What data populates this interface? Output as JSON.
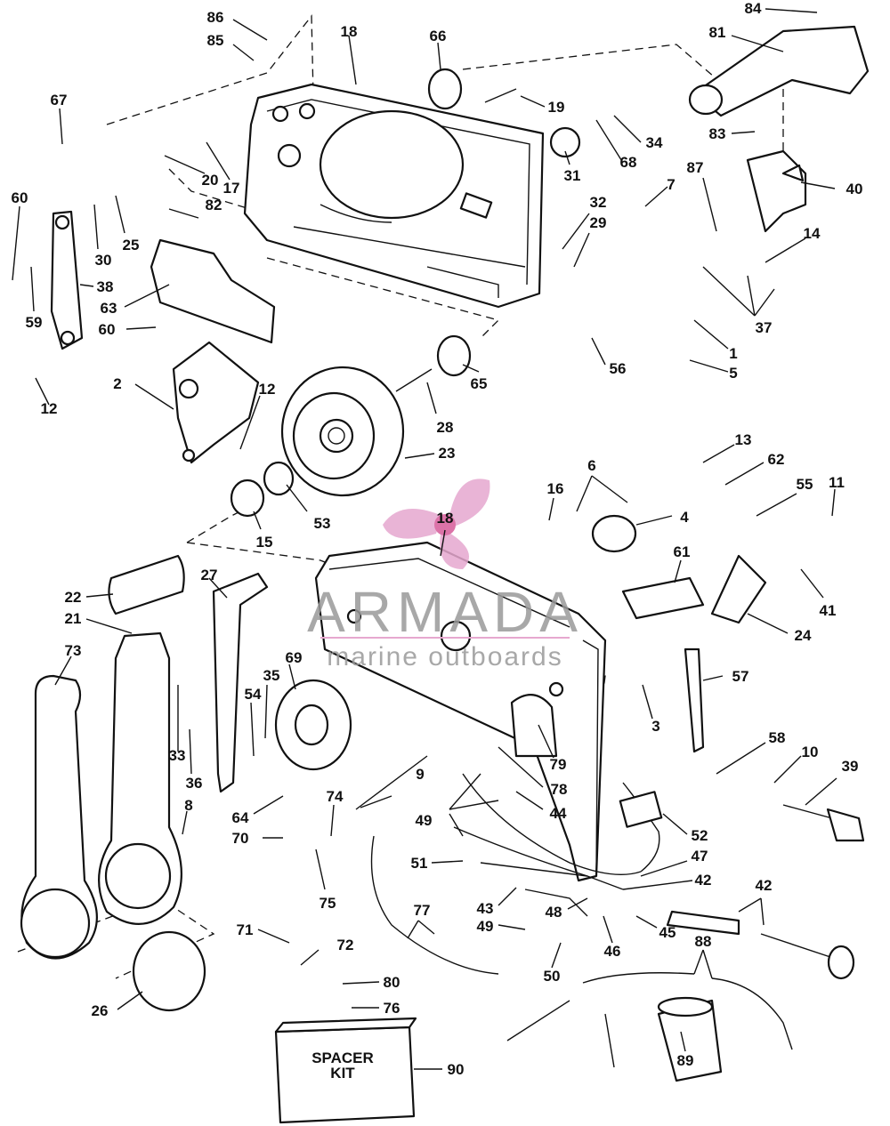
{
  "watermark": {
    "brand": "ARMADA",
    "tagline": "marine outboards",
    "logo_color": "#e6a8cf",
    "text_color": "#9a9a9a"
  },
  "spacer_kit": {
    "line1": "SPACER",
    "line2": "KIT"
  },
  "callouts": [
    {
      "id": "c86",
      "text": "86"
    },
    {
      "id": "c85",
      "text": "85"
    },
    {
      "id": "c18a",
      "text": "18"
    },
    {
      "id": "c66",
      "text": "66"
    },
    {
      "id": "c84",
      "text": "84"
    },
    {
      "id": "c81",
      "text": "81"
    },
    {
      "id": "c67",
      "text": "67"
    },
    {
      "id": "c19",
      "text": "19"
    },
    {
      "id": "c34",
      "text": "34"
    },
    {
      "id": "c68",
      "text": "68"
    },
    {
      "id": "c83",
      "text": "83"
    },
    {
      "id": "c31",
      "text": "31"
    },
    {
      "id": "c87",
      "text": "87"
    },
    {
      "id": "c40",
      "text": "40"
    },
    {
      "id": "c17",
      "text": "17"
    },
    {
      "id": "c20",
      "text": "20"
    },
    {
      "id": "c60a",
      "text": "60"
    },
    {
      "id": "c7",
      "text": "7"
    },
    {
      "id": "c82",
      "text": "82"
    },
    {
      "id": "c25",
      "text": "25"
    },
    {
      "id": "c30",
      "text": "30"
    },
    {
      "id": "c32",
      "text": "32"
    },
    {
      "id": "c29",
      "text": "29"
    },
    {
      "id": "c14",
      "text": "14"
    },
    {
      "id": "c38",
      "text": "38"
    },
    {
      "id": "c63",
      "text": "63"
    },
    {
      "id": "c59",
      "text": "59"
    },
    {
      "id": "c60b",
      "text": "60"
    },
    {
      "id": "c37",
      "text": "37"
    },
    {
      "id": "c1",
      "text": "1"
    },
    {
      "id": "c5",
      "text": "5"
    },
    {
      "id": "c56",
      "text": "56"
    },
    {
      "id": "c12a",
      "text": "12"
    },
    {
      "id": "c2",
      "text": "2"
    },
    {
      "id": "c12b",
      "text": "12"
    },
    {
      "id": "c65",
      "text": "65"
    },
    {
      "id": "c28",
      "text": "28"
    },
    {
      "id": "c23",
      "text": "23"
    },
    {
      "id": "c13",
      "text": "13"
    },
    {
      "id": "c62",
      "text": "62"
    },
    {
      "id": "c6",
      "text": "6"
    },
    {
      "id": "c16",
      "text": "16"
    },
    {
      "id": "c55",
      "text": "55"
    },
    {
      "id": "c11",
      "text": "11"
    },
    {
      "id": "c4",
      "text": "4"
    },
    {
      "id": "c53",
      "text": "53"
    },
    {
      "id": "c15",
      "text": "15"
    },
    {
      "id": "c18b",
      "text": "18"
    },
    {
      "id": "c61",
      "text": "61"
    },
    {
      "id": "c41",
      "text": "41"
    },
    {
      "id": "c24",
      "text": "24"
    },
    {
      "id": "c27",
      "text": "27"
    },
    {
      "id": "c22",
      "text": "22"
    },
    {
      "id": "c21",
      "text": "21"
    },
    {
      "id": "c73",
      "text": "73"
    },
    {
      "id": "c69",
      "text": "69"
    },
    {
      "id": "c35",
      "text": "35"
    },
    {
      "id": "c54",
      "text": "54"
    },
    {
      "id": "c57",
      "text": "57"
    },
    {
      "id": "c3",
      "text": "3"
    },
    {
      "id": "c33",
      "text": "33"
    },
    {
      "id": "c36",
      "text": "36"
    },
    {
      "id": "c58",
      "text": "58"
    },
    {
      "id": "c79",
      "text": "79"
    },
    {
      "id": "c10",
      "text": "10"
    },
    {
      "id": "c39",
      "text": "39"
    },
    {
      "id": "c78",
      "text": "78"
    },
    {
      "id": "c9",
      "text": "9"
    },
    {
      "id": "c74",
      "text": "74"
    },
    {
      "id": "c64",
      "text": "64"
    },
    {
      "id": "c8",
      "text": "8"
    },
    {
      "id": "c49a",
      "text": "49"
    },
    {
      "id": "c44",
      "text": "44"
    },
    {
      "id": "c70",
      "text": "70"
    },
    {
      "id": "c52",
      "text": "52"
    },
    {
      "id": "c47",
      "text": "47"
    },
    {
      "id": "c51",
      "text": "51"
    },
    {
      "id": "c75",
      "text": "75"
    },
    {
      "id": "c42a",
      "text": "42"
    },
    {
      "id": "c42b",
      "text": "42"
    },
    {
      "id": "c43",
      "text": "43"
    },
    {
      "id": "c48",
      "text": "48"
    },
    {
      "id": "c77",
      "text": "77"
    },
    {
      "id": "c45",
      "text": "45"
    },
    {
      "id": "c49b",
      "text": "49"
    },
    {
      "id": "c71",
      "text": "71"
    },
    {
      "id": "c72",
      "text": "72"
    },
    {
      "id": "c46",
      "text": "46"
    },
    {
      "id": "c88",
      "text": "88"
    },
    {
      "id": "c50",
      "text": "50"
    },
    {
      "id": "c80",
      "text": "80"
    },
    {
      "id": "c26",
      "text": "26"
    },
    {
      "id": "c76",
      "text": "76"
    },
    {
      "id": "c89",
      "text": "89"
    },
    {
      "id": "c90",
      "text": "90"
    }
  ]
}
